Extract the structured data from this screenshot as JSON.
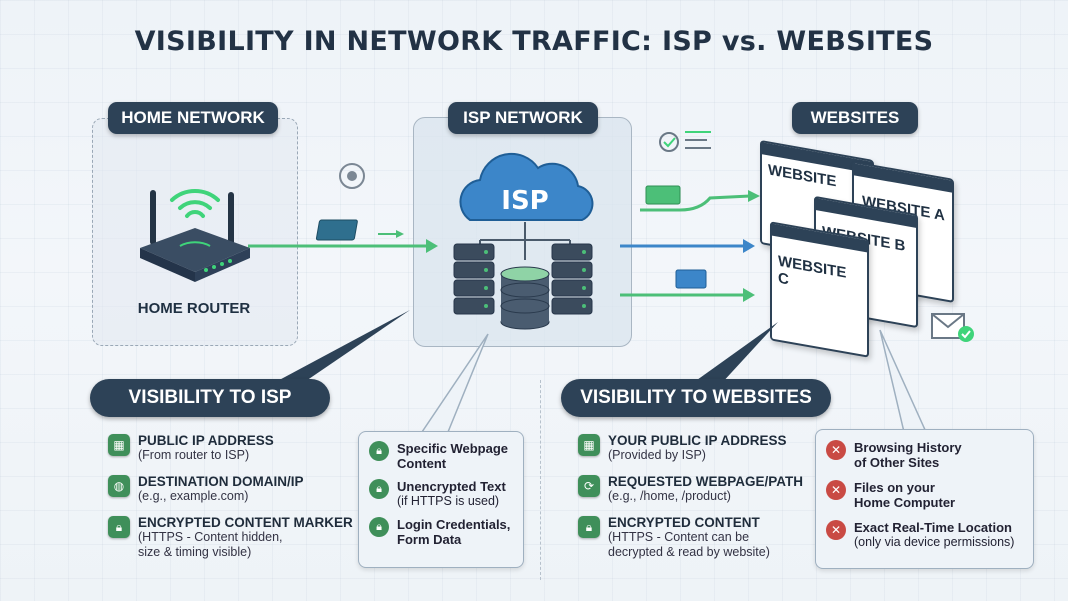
{
  "title": "VISIBILITY IN NETWORK TRAFFIC: ISP vs. WEBSITES",
  "sections": {
    "home": {
      "label": "HOME NETWORK",
      "router_label": "HOME ROUTER"
    },
    "isp": {
      "label": "ISP NETWORK",
      "cloud_label": "ISP"
    },
    "websites": {
      "label": "WEBSITES",
      "windows": [
        "WEBSITE",
        "WEBSITE A",
        "WEBSITE B",
        "WEBSITE C"
      ]
    }
  },
  "visibility_isp": {
    "heading": "VISIBILITY TO ISP",
    "items": [
      {
        "icon": "ip-address-icon",
        "title": "PUBLIC IP ADDRESS",
        "sub": "(From router to ISP)"
      },
      {
        "icon": "globe-icon",
        "title": "DESTINATION DOMAIN/IP",
        "sub": "(e.g., example.com)"
      },
      {
        "icon": "lock-icon",
        "title": "ENCRYPTED CONTENT MARKER",
        "sub": "(HTTPS - Content hidden,",
        "sub2": "size & timing visible)"
      }
    ],
    "hidden": [
      {
        "title": "Specific Webpage",
        "title2": "Content"
      },
      {
        "title": "Unencrypted Text",
        "sub": "(if HTTPS is used)"
      },
      {
        "title": "Login Credentials,",
        "title2": "Form Data"
      }
    ]
  },
  "visibility_websites": {
    "heading": "VISIBILITY TO WEBSITES",
    "items": [
      {
        "icon": "ip-address-icon",
        "title": "YOUR PUBLIC IP ADDRESS",
        "sub": "(Provided by ISP)"
      },
      {
        "icon": "refresh-icon",
        "title": "REQUESTED WEBPAGE/PATH",
        "sub": "(e.g., /home, /product)"
      },
      {
        "icon": "lock-icon",
        "title": "ENCRYPTED CONTENT",
        "sub": "(HTTPS - Content can be",
        "sub2": "decrypted & read by website)"
      }
    ],
    "hidden": [
      {
        "title": "Browsing History",
        "title2": "of Other Sites"
      },
      {
        "title": "Files on your",
        "title2": "Home Computer"
      },
      {
        "title": "Exact Real-Time Location",
        "sub": "(only via device permissions)"
      }
    ]
  },
  "colors": {
    "navy": "#2d4257",
    "green": "#3f8f5a",
    "red": "#c94a44",
    "arrow": "#4cbf78",
    "cloud": "#3c86c9"
  }
}
